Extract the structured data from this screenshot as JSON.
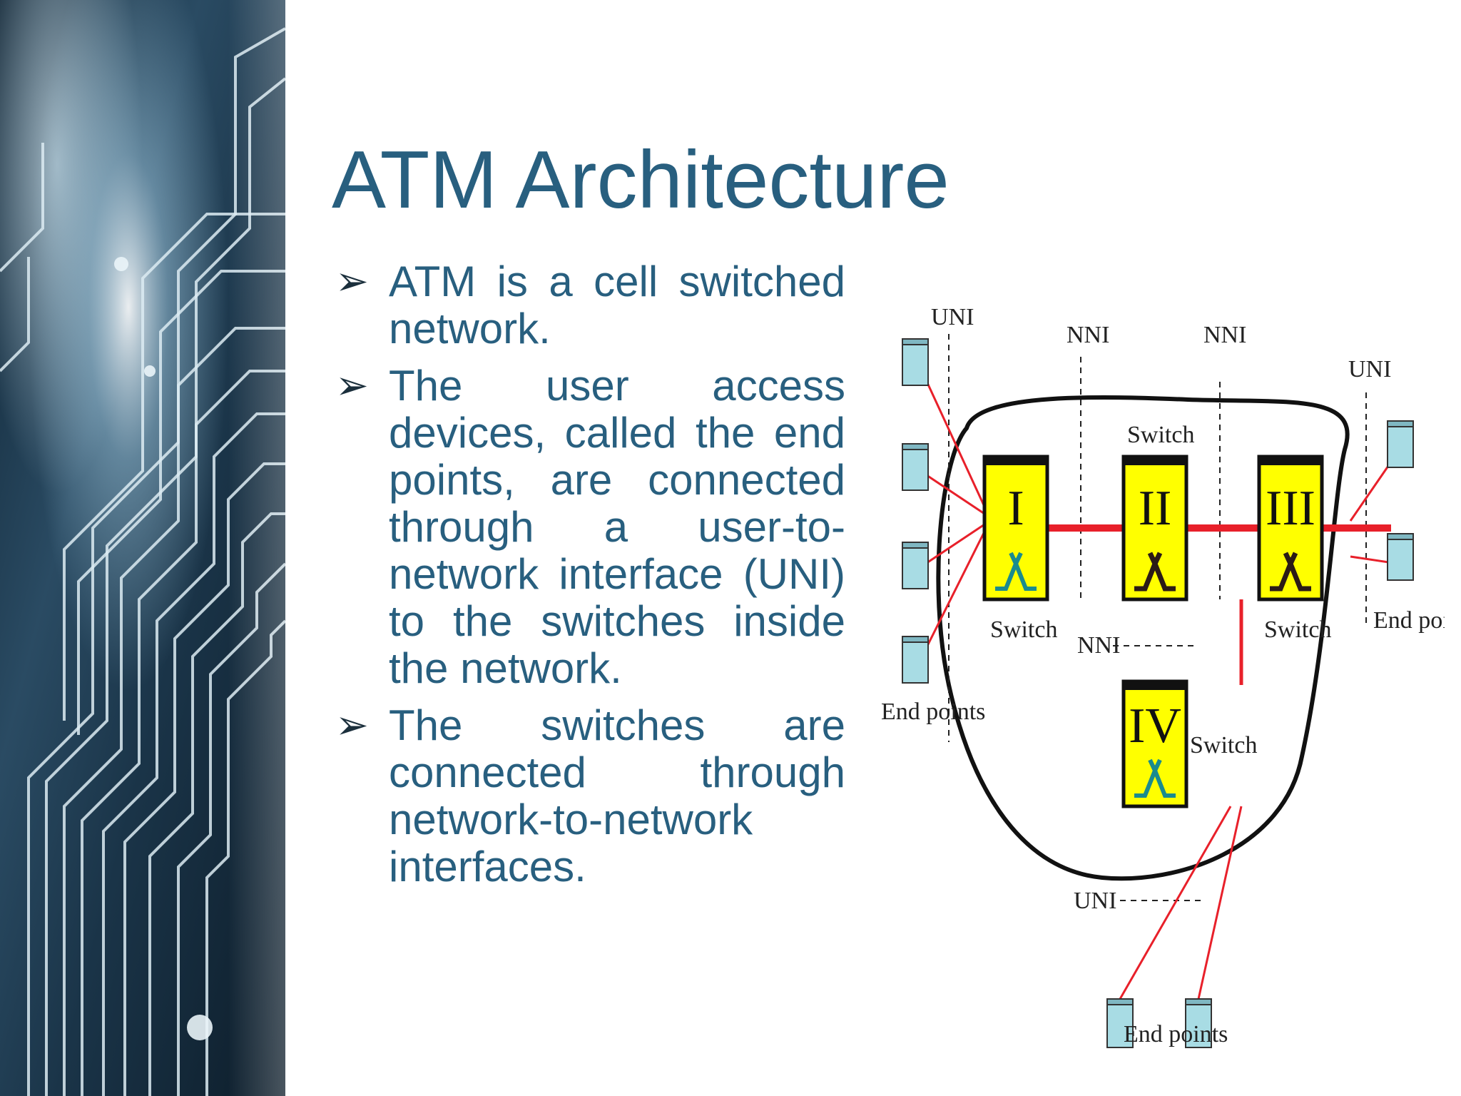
{
  "slide": {
    "title": "ATM Architecture",
    "bullets": [
      "ATM is a cell switched network.",
      "The user access devices, called the end points, are connected through a user-to-network interface (UNI) to the switches inside the network.",
      "The switches are connected through network-to-network interfaces."
    ]
  },
  "diagram": {
    "interface_labels": {
      "uni_top_left": "UNI",
      "nni_top_1": "NNI",
      "nni_top_2": "NNI",
      "uni_top_right": "UNI",
      "nni_middle": "NNI",
      "uni_bottom": "UNI"
    },
    "switch_caption": "Switch",
    "switches": [
      {
        "id": "I",
        "label": "Switch"
      },
      {
        "id": "II",
        "label": "Switch"
      },
      {
        "id": "III",
        "label": "Switch"
      },
      {
        "id": "IV",
        "label": "Switch"
      }
    ],
    "end_points_labels": {
      "left": "End points",
      "right": "End points",
      "bottom": "End points"
    }
  },
  "colors": {
    "title": "#285F7F",
    "body_text": "#285F7F",
    "switch_fill": "#FFFF00",
    "link": "#E8202A",
    "end_point": "#A8DCE4"
  }
}
